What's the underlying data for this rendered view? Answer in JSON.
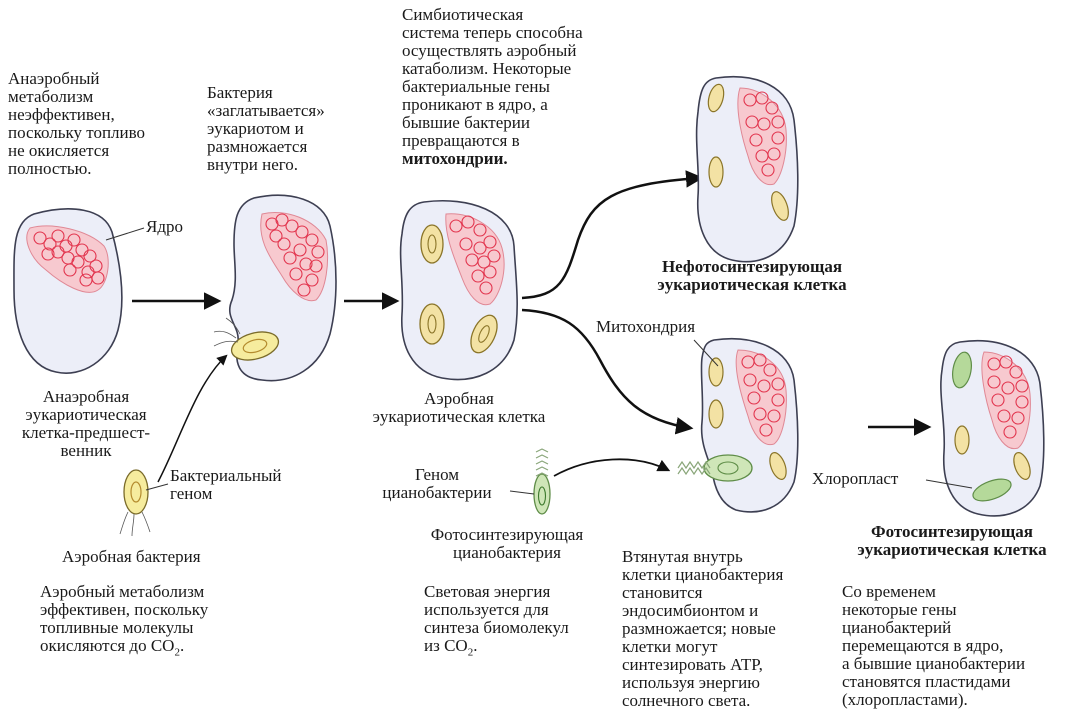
{
  "text": {
    "anaerobic_note": "Анаэробный\nметаболизм\nнеэффективен,\nпоскольку топливо\nне окисляется\nполностью.",
    "engulf_note": "Бактерия\n«заглатывается»\nэукариотом и\nразмножается\nвнутри него.",
    "symbiotic_note_a": "Симбиотическая\nсистема теперь способна\nосуществлять аэробный\nкатаболизм. Некоторые\nбактериальные гены\nпроникают в ядро, а\nбывшие бактерии\nпревращаются в",
    "symbiotic_note_b": "митохондрии.",
    "nucleus_label": "Ядро",
    "precursor_label": "Анаэробная\nэукариотическая\nклетка-предшест-\nвенник",
    "bacterial_genome_label": "Бактериальный\nгеном",
    "aerobic_bacterium_label": "Аэробная бактерия",
    "aerobic_metabolism_note_a": "Аэробный метаболизм\nэффективен, поскольку\nтопливные молекулы\nокисляются до СО",
    "aerobic_metabolism_note_b": "2",
    "aerobic_metabolism_note_c": ".",
    "aerobic_cell_label": "Аэробная\nэукариотическая клетка",
    "cyano_genome_label": "Геном\nцианобактерии",
    "photo_cyano_label": "Фотосинтезирующая\nцианобактерия",
    "light_energy_note_a": "Световая энергия\nиспользуется для\nсинтеза биомолекул\nиз СО",
    "light_energy_note_b": "2",
    "light_energy_note_c": ".",
    "nonphoto_cell_label": "Нефотосинтезирующая\nэукариотическая клетка",
    "mitochondria_label": "Митохондрия",
    "engulfed_cyano_note": "Втянутая внутрь\nклетки цианобактерия\nстановится\nэндосимбионтом и\nразмножается; новые\nклетки могут\nсинтезировать АТР,\nиспользуя энергию\nсолнечного света.",
    "chloroplast_label": "Хлоропласт",
    "photo_eukaryote_label": "Фотосинтезирующая\nэукариотическая клетка",
    "plastid_note": "Со временем\nнекоторые гены\nцианобактерий\nперемещаются в ядро,\nа бывшие цианобактерии\nстановятся пластидами\n(хлоропластами)."
  },
  "colors": {
    "cell_fill": "#eceef8",
    "cell_stroke": "#3d3f52",
    "nucleus_fill": "#f7c9cf",
    "chromatin": "#e2354e",
    "mito_fill": "#f3e2a4",
    "mito_stroke": "#8a7428",
    "bacterium_fill": "#f6ec9e",
    "chloroplast_fill": "#b5d99a",
    "chloroplast_stroke": "#5f8d48",
    "arrow": "#111111"
  }
}
